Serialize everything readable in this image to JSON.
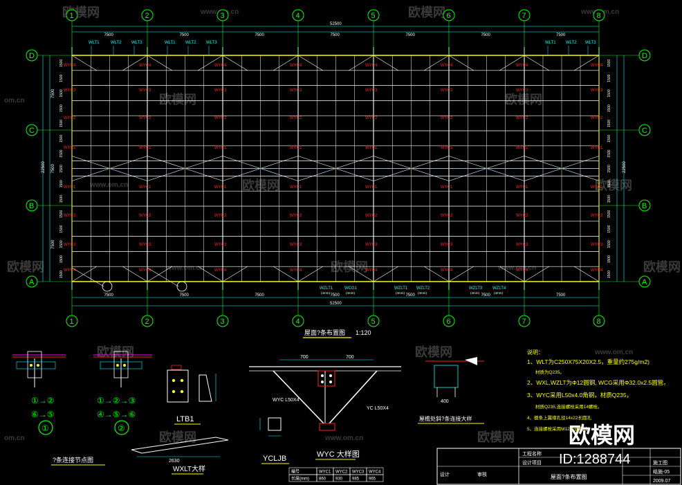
{
  "watermarks": {
    "brand": "欧模网",
    "url": "www.om.cn",
    "url_short": "om.cn",
    "id_label": "ID:1288744"
  },
  "plan": {
    "title": "屋面?条布置图",
    "scale": "1:120",
    "total_length": "52500",
    "total_width": "22500",
    "axis_numbers": [
      "1",
      "2",
      "3",
      "4",
      "5",
      "6",
      "7",
      "8"
    ],
    "axis_letters": [
      "A",
      "B",
      "C",
      "D"
    ],
    "bay_dims": [
      "7500",
      "7500",
      "7500",
      "7500",
      "7500",
      "7500",
      "7500"
    ],
    "side_dims": [
      "7500",
      "7500",
      "7500"
    ],
    "purlin_spacing": "1500",
    "top_tags": [
      "WLT1",
      "WLT2",
      "WLT3",
      "WLT1",
      "WLT2",
      "WLT3",
      "WLT1",
      "WLT2",
      "WLT3"
    ],
    "bottom_tags": [
      "WZLT1",
      "WCG1",
      "WZLT1",
      "WZLT2",
      "WZLT3",
      "WZLT4"
    ],
    "bottom_subtags": [
      "(4mm)",
      "(4mm)",
      "(4mm)",
      "(4mm)",
      "(4mm)",
      "(4mm)"
    ],
    "row_labels": [
      "WYC4",
      "WYC3",
      "WYC2",
      "WYC1",
      "WYC1",
      "WYC2",
      "WYC3",
      "WYC4"
    ]
  },
  "details": {
    "node_1": "①",
    "node_2": "②",
    "seq_1a": "①→②",
    "seq_1b": "⑥→⑤",
    "seq_2a": "①→②→③",
    "seq_2b": "④→⑤→⑥",
    "ltb1": "LTB1",
    "wxlt": "WXLT大样",
    "wxlt_dim": "2630",
    "yclj": "YCLJB",
    "wyc": "WYC 大样图",
    "wyc_dim1": "700",
    "wyc_dim2": "700",
    "angle_label": "WYC L50X4",
    "angle_label2": "YC L50X4",
    "purlin_detail": "屋檐处斜?条连接大样",
    "purlin_dim": "400",
    "joint_title": "?条连接节点图",
    "table_headers": [
      "编号",
      "WYC1",
      "WYC2",
      "WYC3",
      "WYC4"
    ],
    "table_values": [
      "长度(mm)",
      "860",
      "930",
      "985",
      "965"
    ]
  },
  "notes": {
    "heading": "说明：",
    "items": [
      "1、WLT为C250X75X20X2.5，重量约275g/m2)",
      "材质为Q235。",
      "2、WXL,WZLT为Φ12圆钢, WCG采用Φ32.0x2.5圆管。",
      "3、WYC采用L50x4.0角钢，材质Q235，",
      "材质Q235,连接螺栓采用14螺栓。",
      "4、檩条上翼缘孔径14x22长圆孔",
      "5、连接螺栓采用M12普通螺栓"
    ]
  },
  "title_block": {
    "rows": [
      "工程名称",
      "设计项目",
      "设计",
      "审核"
    ],
    "drawing_name": "屋面?条布置图",
    "sheet_no": "结施-05",
    "date": "2009.07",
    "stage": "施工图"
  },
  "colors": {
    "background": "#000000",
    "grid": "#ffffff",
    "axis": "#00ff00",
    "dim": "#00ffff",
    "tag": "#ff2020",
    "yellow": "#ffff00",
    "magenta": "#ff00ff"
  }
}
